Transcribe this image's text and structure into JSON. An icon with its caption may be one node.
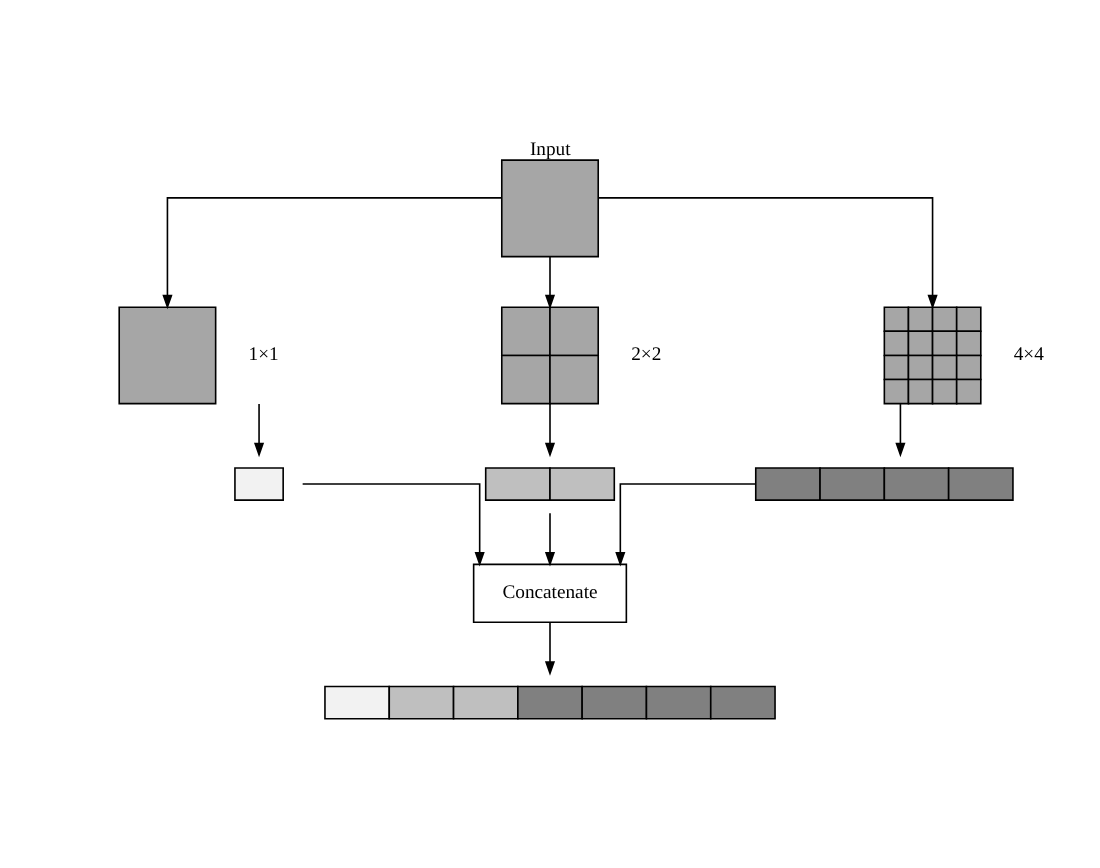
{
  "diagram": {
    "nodes": [
      {
        "text": [
          "Input"
        ]
      },
      {
        "text": [],
        "shape": "box",
        "beside": [
          "1×1"
        ]
      },
      {
        "text": [],
        "shape": "box",
        "beside": [
          "2×2"
        ]
      },
      {
        "text": [],
        "shape": "box",
        "beside": [
          "4×4"
        ]
      },
      {
        "text": [],
        "shape": "bar"
      },
      {
        "text": [],
        "shape": "bar"
      },
      {
        "text": [],
        "shape": "bar"
      },
      {
        "text": [
          "Concatenate"
        ]
      },
      {
        "text": [],
        "shape": "bar"
      }
    ],
    "edges": [
      {
        "from": 0,
        "to": 1,
        "arrow": "to"
      },
      {
        "from": 0,
        "to": 2,
        "arrow": "to"
      },
      {
        "from": 0,
        "to": 3,
        "arrow": "to"
      },
      {
        "from": 1,
        "to": 4,
        "arrow": "to"
      },
      {
        "from": 2,
        "to": 5,
        "arrow": "to"
      },
      {
        "from": 3,
        "to": 6,
        "arrow": "to"
      },
      {
        "from": 4,
        "to": 7,
        "arrow": "to"
      },
      {
        "from": 5,
        "to": 7,
        "arrow": "to"
      },
      {
        "from": 6,
        "to": 7,
        "arrow": "to"
      },
      {
        "from": 7,
        "to": 8,
        "arrow": "to"
      }
    ]
  }
}
